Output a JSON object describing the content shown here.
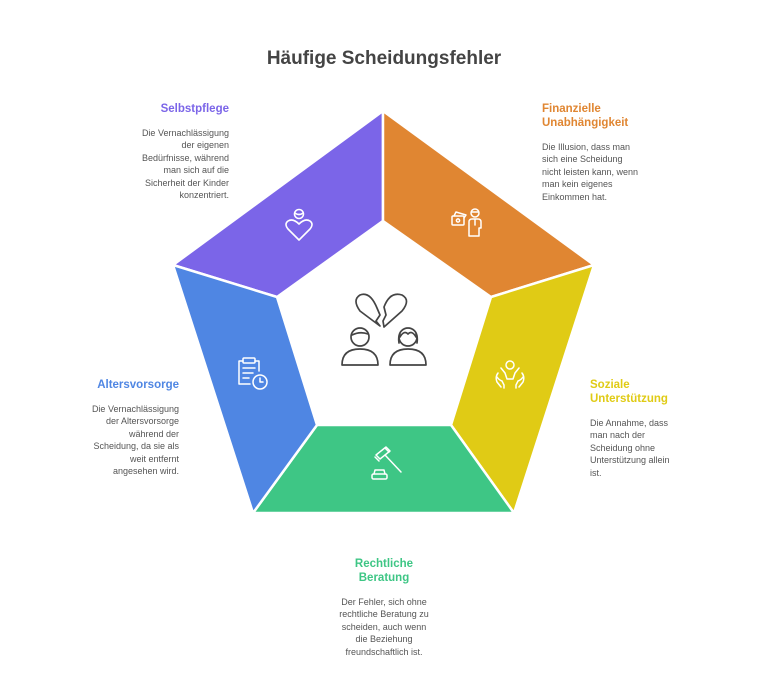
{
  "title": "Häufige Scheidungsfehler",
  "center_icon": "broken-heart-couple-icon",
  "segments": [
    {
      "id": "selbstpflege",
      "heading": "Selbstpflege",
      "heading_lines": [
        "Selbstpflege"
      ],
      "description_lines": [
        "Die Vernachlässigung",
        "der eigenen",
        "Bedürfnisse, während",
        "man sich auf die",
        "Sicherheit der Kinder",
        "konzentriert."
      ],
      "color": "#7b65e8",
      "icon": "person-heart-icon"
    },
    {
      "id": "finanzielle-unabhaengigkeit",
      "heading": "Finanzielle Unabhängigkeit",
      "heading_lines": [
        "Finanzielle",
        "Unabhängigkeit"
      ],
      "description_lines": [
        "Die Illusion, dass man",
        "sich eine Scheidung",
        "nicht leisten kann, wenn",
        "man kein eigenes",
        "Einkommen hat."
      ],
      "color": "#e08632",
      "icon": "money-person-icon"
    },
    {
      "id": "soziale-unterstuetzung",
      "heading": "Soziale Unterstützung",
      "heading_lines": [
        "Soziale",
        "Unterstützung"
      ],
      "description_lines": [
        "Die Annahme, dass",
        "man nach der",
        "Scheidung ohne",
        "Unterstützung allein",
        "ist."
      ],
      "color": "#e0cb15",
      "icon": "supporting-hands-icon"
    },
    {
      "id": "rechtliche-beratung",
      "heading": "Rechtliche Beratung",
      "heading_lines": [
        "Rechtliche",
        "Beratung"
      ],
      "description_lines": [
        "Der Fehler, sich ohne",
        "rechtliche Beratung zu",
        "scheiden, auch wenn",
        "die Beziehung",
        "freundschaftlich ist."
      ],
      "color": "#3ec685",
      "icon": "gavel-icon"
    },
    {
      "id": "altersvorsorge",
      "heading": "Altersvorsorge",
      "heading_lines": [
        "Altersvorsorge"
      ],
      "description_lines": [
        "Die Vernachlässigung",
        "der Altersvorsorge",
        "während der",
        "Scheidung, da sie als",
        "weit entfernt",
        "angesehen wird."
      ],
      "color": "#4f86e3",
      "icon": "clipboard-clock-icon"
    }
  ]
}
